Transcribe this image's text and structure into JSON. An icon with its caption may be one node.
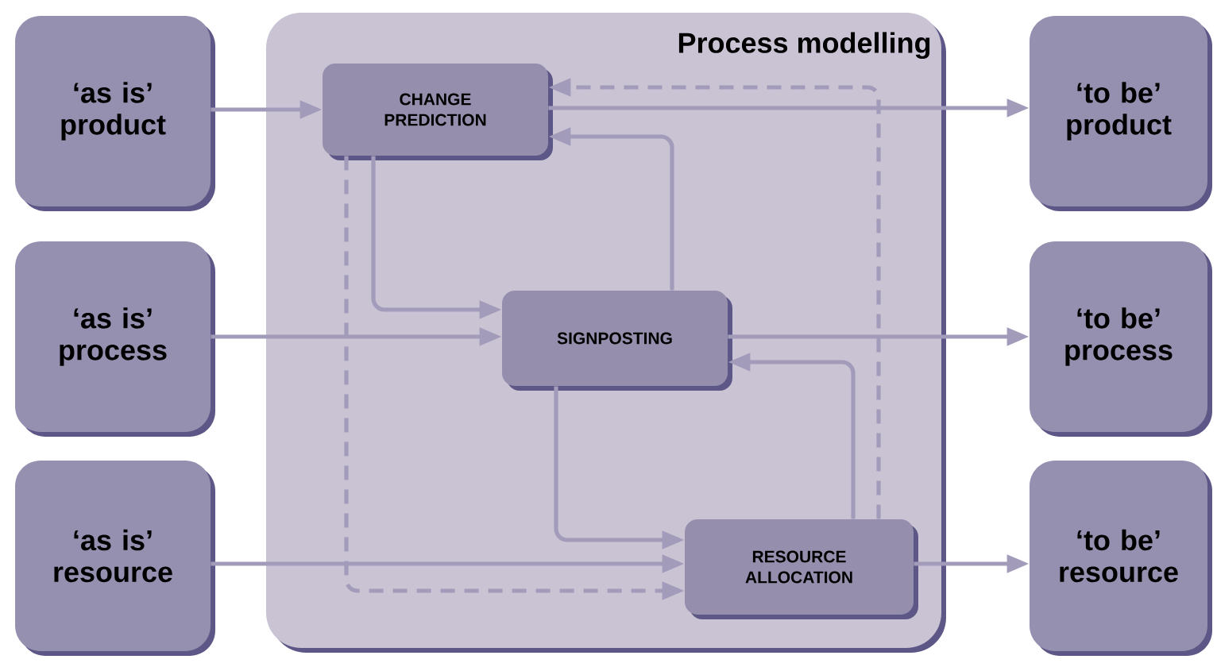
{
  "diagram": {
    "nodes": [
      {
        "text": [
          "Process modelling"
        ]
      },
      {
        "text": [
          "‘as is’ product"
        ]
      },
      {
        "text": [
          "‘as is’ process"
        ]
      },
      {
        "text": [
          "‘as is’ resource"
        ]
      },
      {
        "text": [
          "CHANGE PREDICTION"
        ],
        "in": 0
      },
      {
        "text": [
          "SIGNPOSTING"
        ],
        "in": 0
      },
      {
        "text": [
          "RESOURCE ALLOCATION"
        ],
        "in": 0
      },
      {
        "text": [
          "‘to be’ product"
        ]
      },
      {
        "text": [
          "‘to be’ process"
        ]
      },
      {
        "text": [
          "‘to be’ resource"
        ]
      }
    ],
    "edges": [
      {
        "from": 1,
        "to": 4,
        "arrow": "to"
      },
      {
        "from": 2,
        "to": 5,
        "arrow": "to"
      },
      {
        "from": 3,
        "to": 6,
        "arrow": "to"
      },
      {
        "from": 4,
        "to": 7,
        "arrow": "to"
      },
      {
        "from": 5,
        "to": 8,
        "arrow": "to"
      },
      {
        "from": 6,
        "to": 9,
        "arrow": "to"
      },
      {
        "from": 4,
        "to": 5,
        "arrow": "to"
      },
      {
        "from": 5,
        "to": 4,
        "arrow": "to"
      },
      {
        "from": 5,
        "to": 6,
        "arrow": "to"
      },
      {
        "from": 6,
        "to": 5,
        "arrow": "to"
      },
      {
        "from": 4,
        "to": 6,
        "arrow": "to",
        "style": "dashed"
      },
      {
        "from": 6,
        "to": 4,
        "arrow": "to",
        "style": "dashed"
      }
    ]
  }
}
